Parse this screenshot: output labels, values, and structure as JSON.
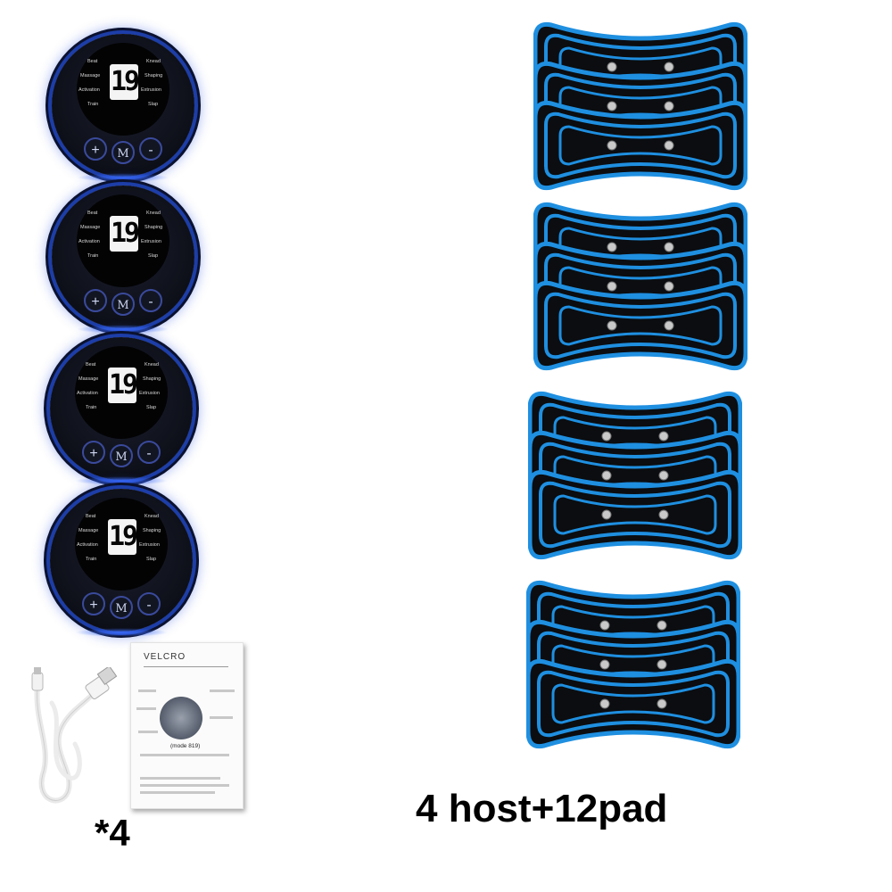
{
  "host": {
    "labels_left": [
      "Beat",
      "Massage",
      "Activation",
      "Train"
    ],
    "labels_right": [
      "Knead",
      "Shaping",
      "Extrusion",
      "Slap"
    ],
    "display_value": "19",
    "buttons": [
      "+",
      "M",
      "-"
    ]
  },
  "manual": {
    "title": "VELCRO",
    "model": "(mode 819)"
  },
  "cable_quantity": "*4",
  "caption": "4 host+12pad",
  "colors": {
    "pad_outline": "#1f8fe0",
    "pad_body": "#0b0d10",
    "host_glow": "#2b5ae0"
  }
}
